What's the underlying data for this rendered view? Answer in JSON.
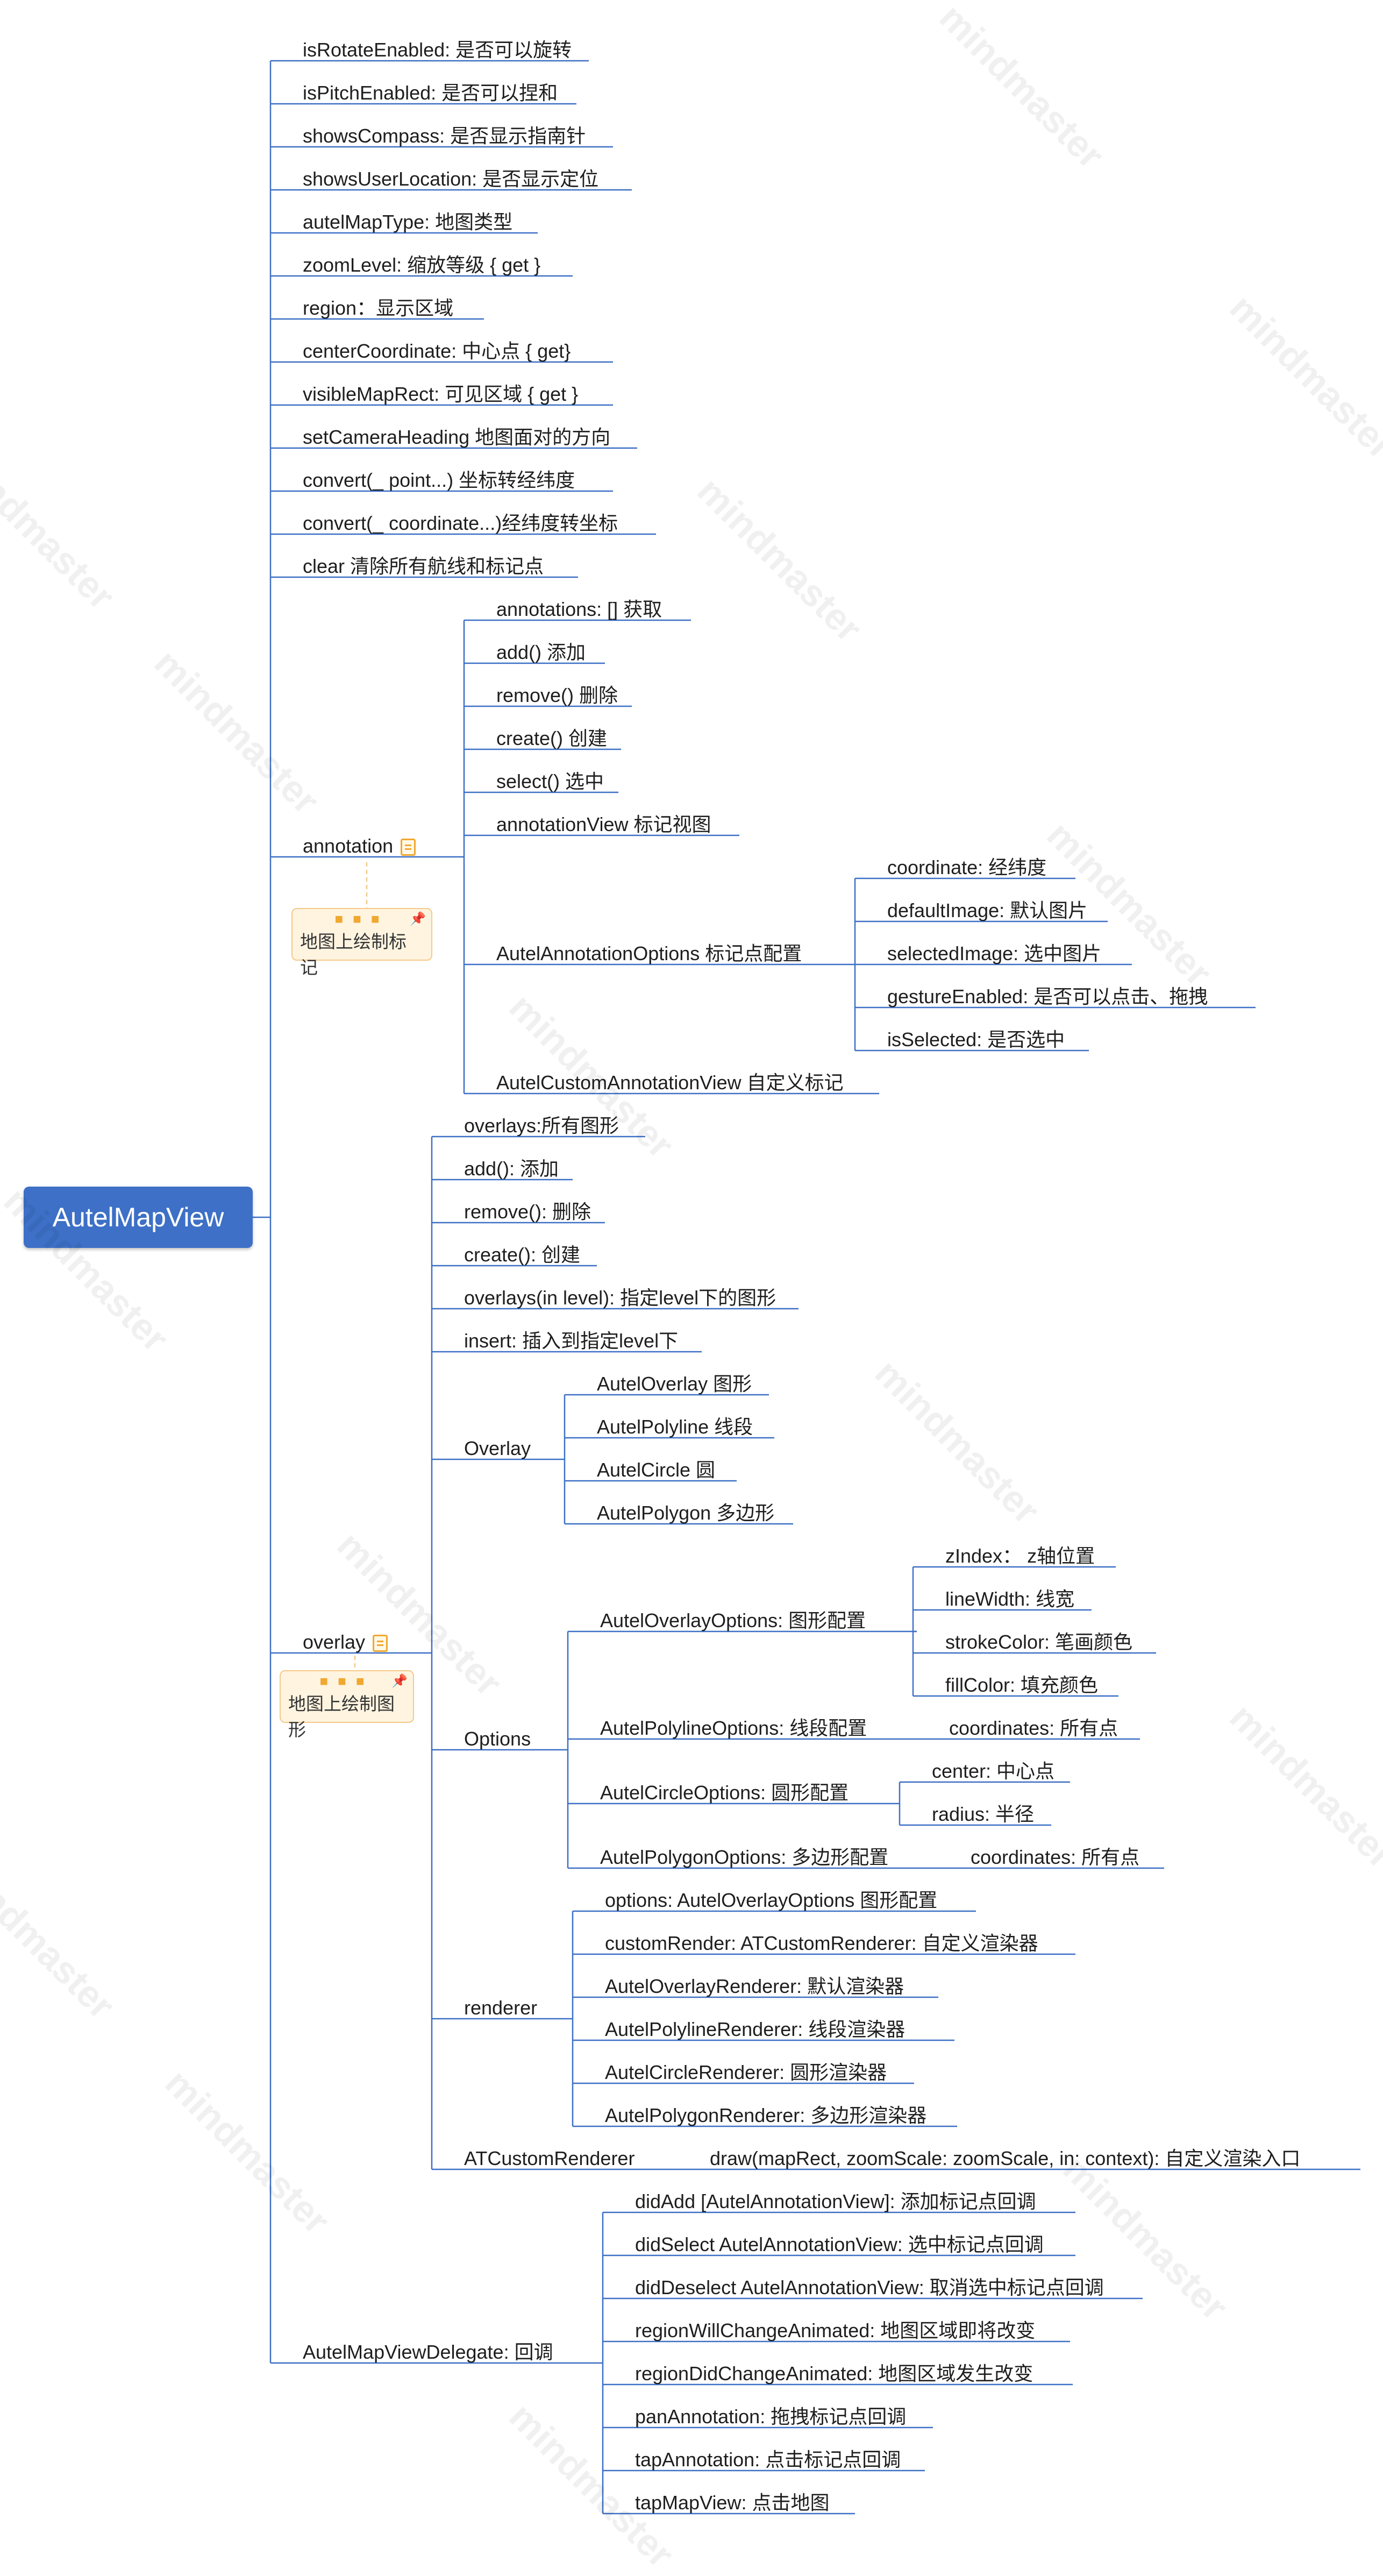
{
  "root": "AutelMapView",
  "watermark": "mindmaster",
  "callouts": {
    "annotation": "地图上绘制标记",
    "overlay": "地图上绘制图形"
  },
  "nodes": {
    "n1": "isRotateEnabled: 是否可以旋转",
    "n2": "isPitchEnabled: 是否可以捏和",
    "n3": "showsCompass: 是否显示指南针",
    "n4": "showsUserLocation: 是否显示定位",
    "n5": "autelMapType: 地图类型",
    "n6": "zoomLevel: 缩放等级 { get }",
    "n7": "region：显示区域",
    "n8": "centerCoordinate: 中心点 { get}",
    "n9": "visibleMapRect: 可见区域 { get }",
    "n10": "setCameraHeading 地图面对的方向",
    "n11": "convert(_ point...)  坐标转经纬度",
    "n12": "convert(_ coordinate...)经纬度转坐标",
    "n13": "clear 清除所有航线和标记点",
    "annotation": "annotation",
    "a1": "annotations: [] 获取",
    "a2": "add() 添加",
    "a3": "remove() 删除",
    "a4": "create() 创建",
    "a5": "select() 选中",
    "a6": "annotationView 标记视图",
    "a7": "AutelAnnotationOptions 标记点配置",
    "a7_1": "coordinate: 经纬度",
    "a7_2": "defaultImage: 默认图片",
    "a7_3": "selectedImage: 选中图片",
    "a7_4": "gestureEnabled: 是否可以点击、拖拽",
    "a7_5": "isSelected: 是否选中",
    "a8": "AutelCustomAnnotationView 自定义标记",
    "overlay": "overlay",
    "o1": "overlays:所有图形",
    "o2": "add(): 添加",
    "o3": "remove(): 删除",
    "o4": "create(): 创建",
    "o5": "overlays(in level): 指定level下的图形",
    "o6": "insert: 插入到指定level下",
    "o7": "Overlay",
    "o7_1": "AutelOverlay 图形",
    "o7_2": "AutelPolyline 线段",
    "o7_3": "AutelCircle 圆",
    "o7_4": "AutelPolygon 多边形",
    "o8": "Options",
    "o8_1": "AutelOverlayOptions: 图形配置",
    "o8_1_1": "zIndex： z轴位置",
    "o8_1_2": "lineWidth: 线宽",
    "o8_1_3": "strokeColor: 笔画颜色",
    "o8_1_4": "fillColor: 填充颜色",
    "o8_2": "AutelPolylineOptions: 线段配置",
    "o8_2_1": "coordinates: 所有点",
    "o8_3": "AutelCircleOptions: 圆形配置",
    "o8_3_1": "center: 中心点",
    "o8_3_2": "radius: 半径",
    "o8_4": "AutelPolygonOptions: 多边形配置",
    "o8_4_1": "coordinates: 所有点",
    "o9": "renderer",
    "o9_1": "options: AutelOverlayOptions 图形配置",
    "o9_2": "customRender: ATCustomRenderer: 自定义渲染器",
    "o9_3": "AutelOverlayRenderer: 默认渲染器",
    "o9_4": "AutelPolylineRenderer: 线段渲染器",
    "o9_5": "AutelCircleRenderer: 圆形渲染器",
    "o9_6": "AutelPolygonRenderer: 多边形渲染器",
    "o10": "ATCustomRenderer",
    "o10_1": "draw(mapRect, zoomScale: zoomScale, in: context): 自定义渲染入口",
    "delegate": "AutelMapViewDelegate: 回调",
    "d1": "didAdd [AutelAnnotationView]: 添加标记点回调",
    "d2": "didSelect AutelAnnotationView: 选中标记点回调",
    "d3": "didDeselect AutelAnnotationView: 取消选中标记点回调",
    "d4": "regionWillChangeAnimated: 地图区域即将改变",
    "d5": "regionDidChangeAnimated: 地图区域发生改变",
    "d6": "panAnnotation: 拖拽标记点回调",
    "d7": "tapAnnotation: 点击标记点回调",
    "d8": "tapMapView: 点击地图"
  },
  "colors": {
    "line": "#3d70c6",
    "root": "#3d70c6",
    "note": "#f0a830"
  }
}
